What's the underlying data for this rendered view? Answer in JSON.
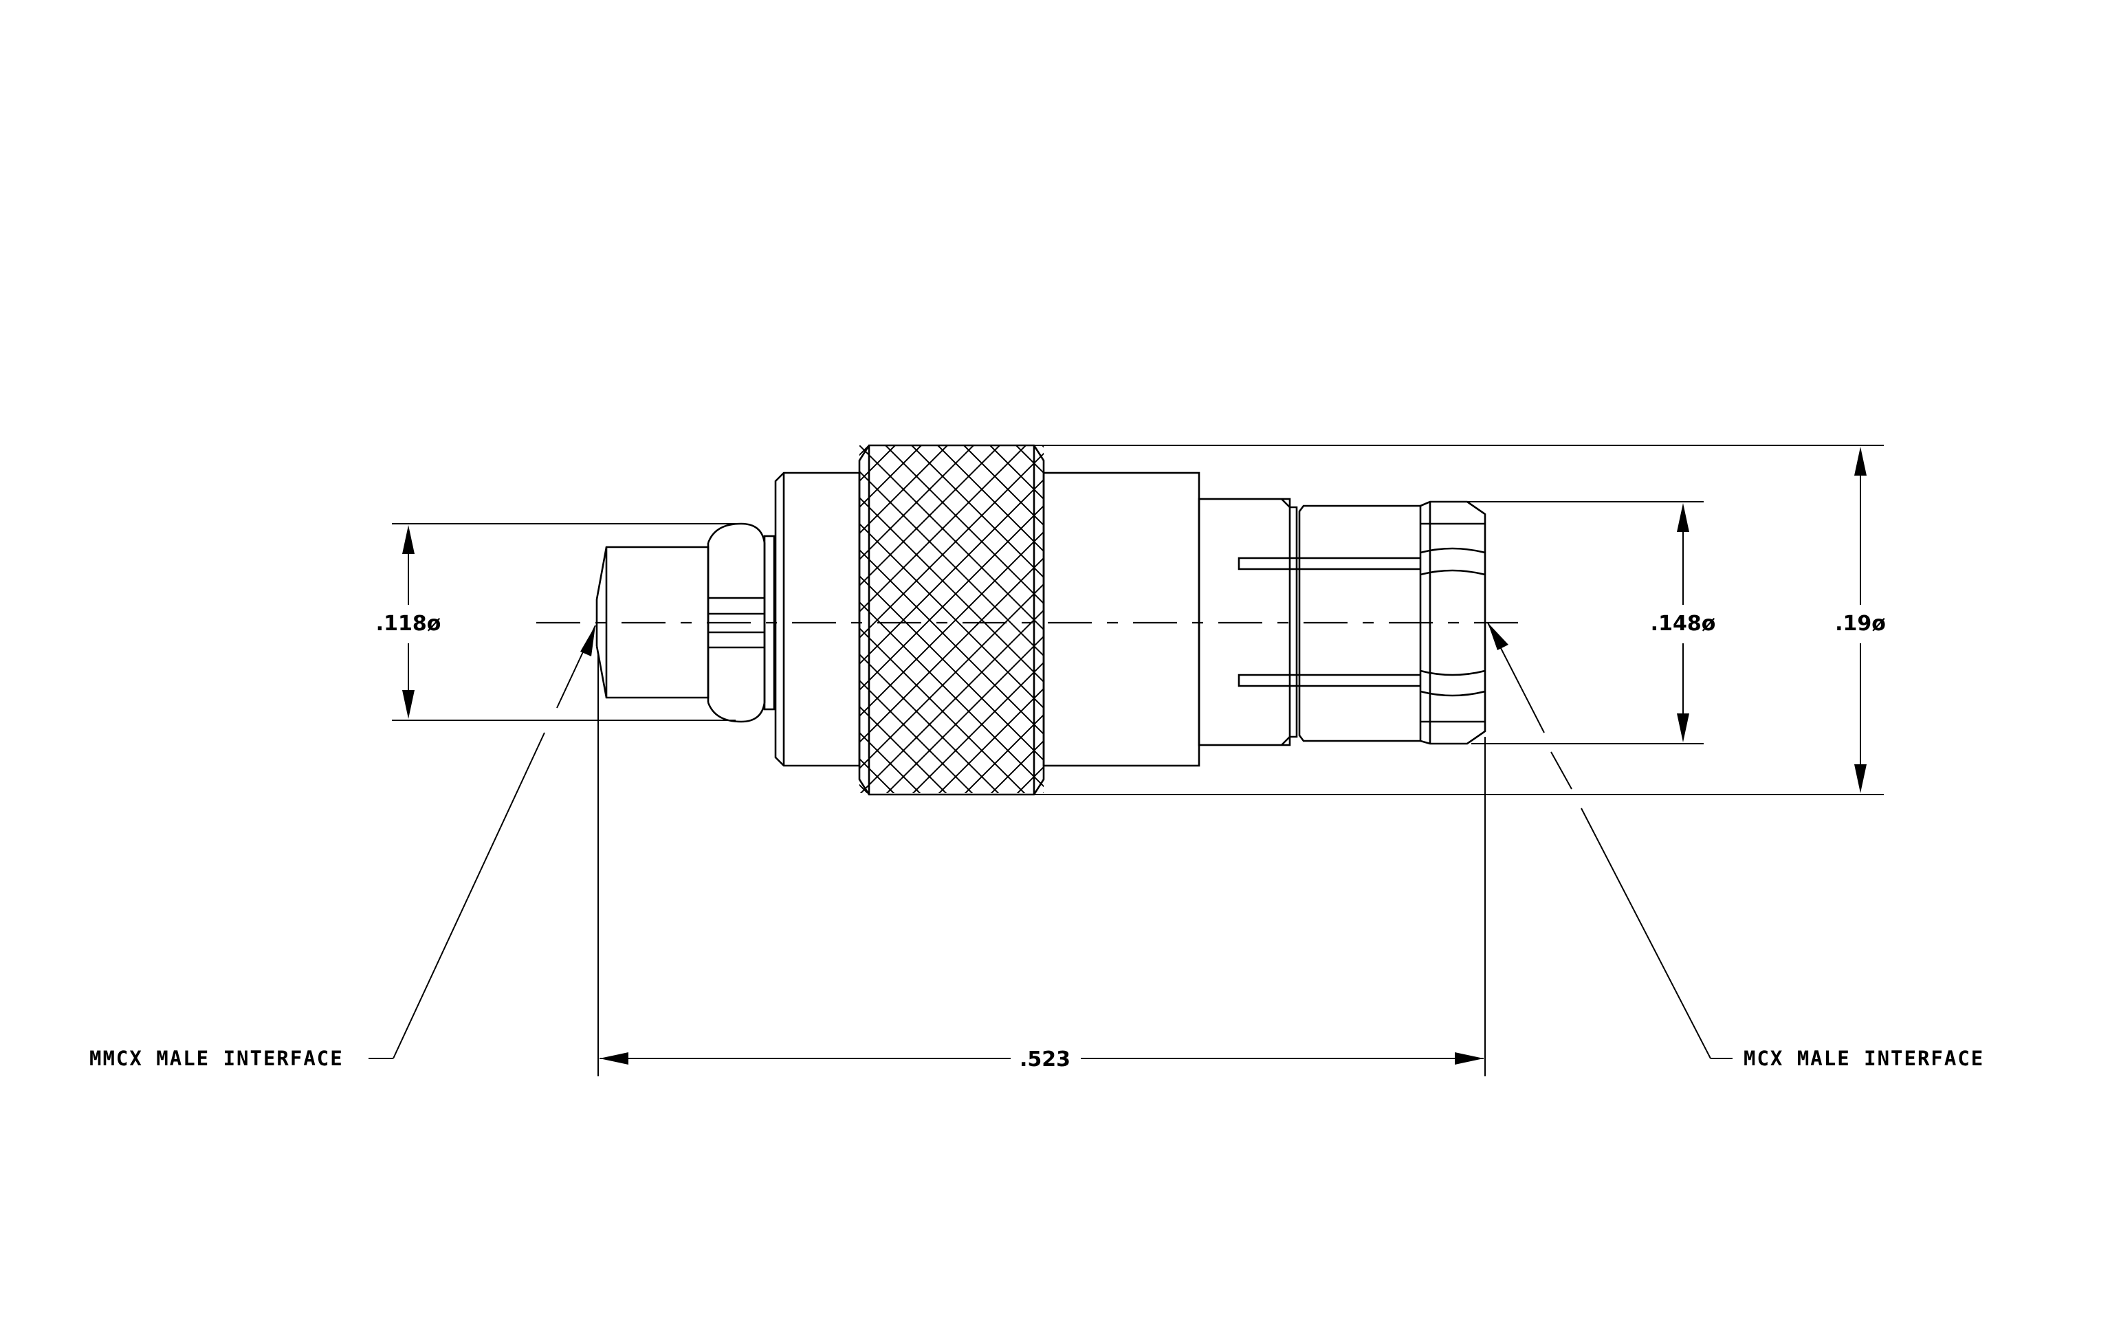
{
  "labels": {
    "left_interface": "MMCX MALE INTERFACE",
    "right_interface": "MCX MALE INTERFACE"
  },
  "dimensions": {
    "left_diameter": ".118ø",
    "inner_diameter": ".148ø",
    "outer_diameter": ".19ø",
    "overall_length": ".523"
  },
  "colors": {
    "line": "#000000",
    "background": "#ffffff"
  }
}
